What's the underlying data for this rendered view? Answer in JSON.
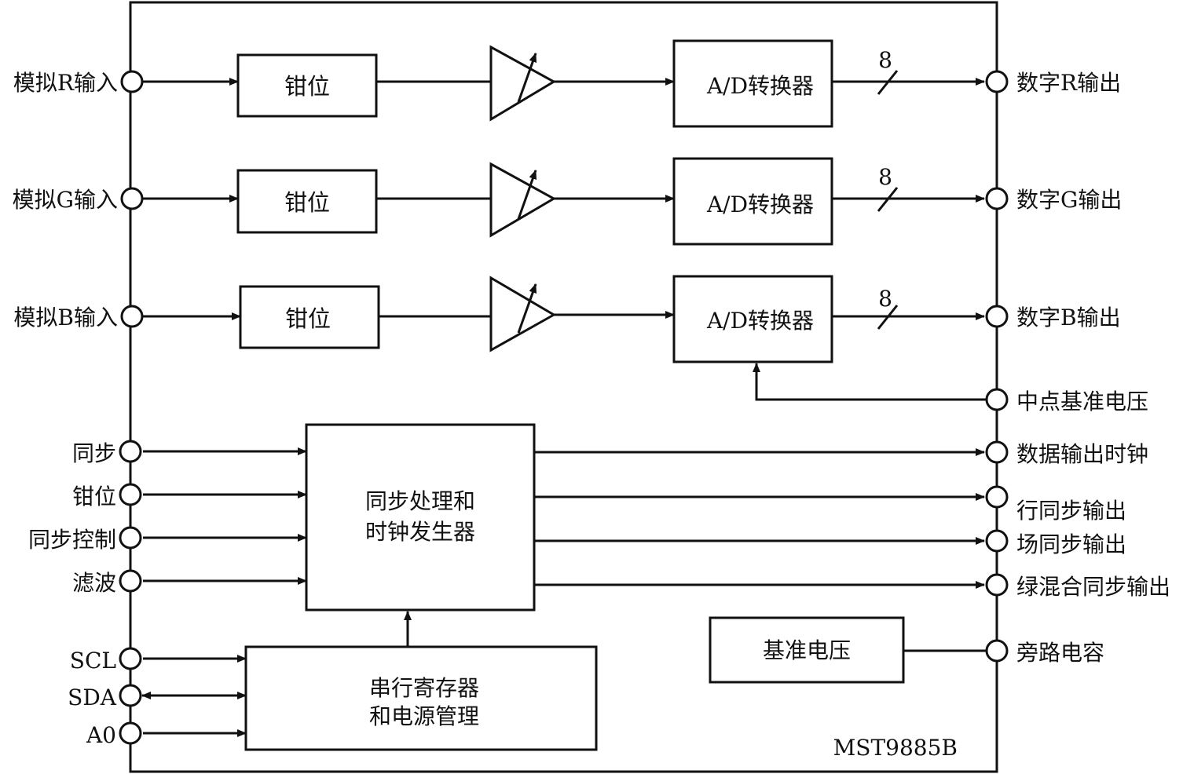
{
  "chip": {
    "name": "MST9885B"
  },
  "channels": [
    {
      "input": "模拟R输入",
      "clamp": "钳位",
      "adc": "A/D转换器",
      "bits": "8",
      "output": "数字R输出"
    },
    {
      "input": "模拟G输入",
      "clamp": "钳位",
      "adc": "A/D转换器",
      "bits": "8",
      "output": "数字G输出"
    },
    {
      "input": "模拟B输入",
      "clamp": "钳位",
      "adc": "A/D转换器",
      "bits": "8",
      "output": "数字B输出"
    }
  ],
  "midpoint_ref": "中点基准电压",
  "sync_inputs": [
    "同步",
    "钳位",
    "同步控制",
    "滤波"
  ],
  "sync_block": {
    "line1": "同步处理和",
    "line2": "时钟发生器"
  },
  "sync_outputs": [
    "数据输出时钟",
    "行同步输出",
    "场同步输出",
    "绿混合同步输出"
  ],
  "serial_inputs": [
    "SCL",
    "SDA",
    "A0"
  ],
  "serial_block": {
    "line1": "串行寄存器",
    "line2": "和电源管理"
  },
  "ref_block": "基准电压",
  "bypass": "旁路电容"
}
